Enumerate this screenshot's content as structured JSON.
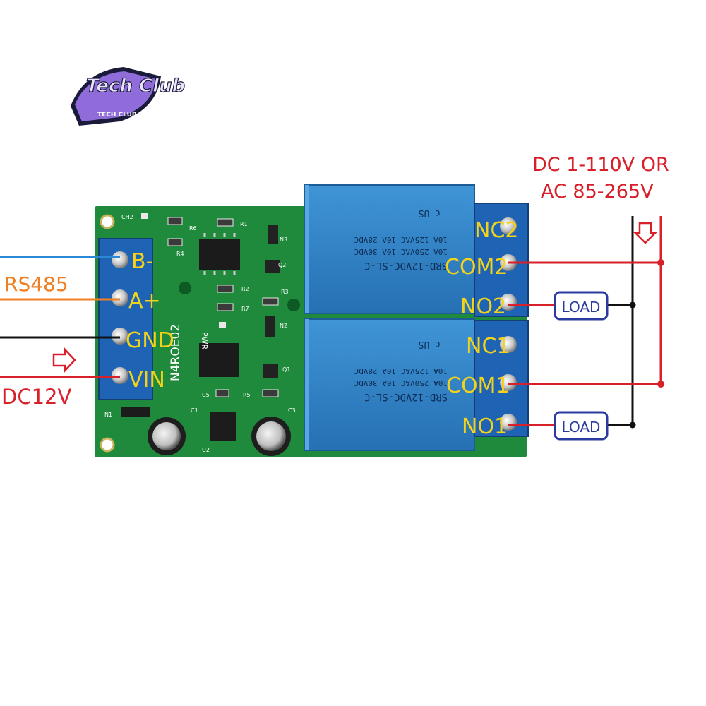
{
  "logo": {
    "main": "Tech Club",
    "sub": "TECH CLUB"
  },
  "labels": {
    "rs485": "RS485",
    "dc12v": "DC12V",
    "supply_line1": "DC 1-110V OR",
    "supply_line2": "AC 85-265V"
  },
  "terminals_left": {
    "b": "B-",
    "a": "A+",
    "gnd": "GND",
    "vin": "VIN"
  },
  "terminals_right": {
    "nc2": "NC2",
    "com2": "COM2",
    "no2": "NO2",
    "nc1": "NC1",
    "com1": "COM1",
    "no1": "NO1"
  },
  "loads": {
    "load2": "LOAD",
    "load1": "LOAD"
  },
  "board": {
    "marking": "N4ROE02",
    "pwr": "PWR",
    "ch2": "CH2",
    "refs": [
      "R6",
      "R1",
      "R4",
      "N3",
      "Q2",
      "R2",
      "R3",
      "R7",
      "N2",
      "Q1",
      "R5",
      "C5",
      "C1",
      "C3",
      "U2",
      "N1"
    ]
  },
  "relay": {
    "model": "SRD-12VDC-SL-C",
    "spec1": "10A 250VAC  10A 30VDC",
    "spec2": "10A 125VAC  10A 28VDC",
    "cert": "c  US"
  },
  "colors": {
    "pcb": "#1e8c3a",
    "relay": "#2f7fc1",
    "terminal": "#1f63b5",
    "label_yellow": "#f2d21b",
    "rs485_orange": "#f07f24",
    "wire_red": "#d7202a",
    "wire_blue": "#2a88d6",
    "wire_black": "#111111",
    "load_border": "#2b3aa0"
  }
}
